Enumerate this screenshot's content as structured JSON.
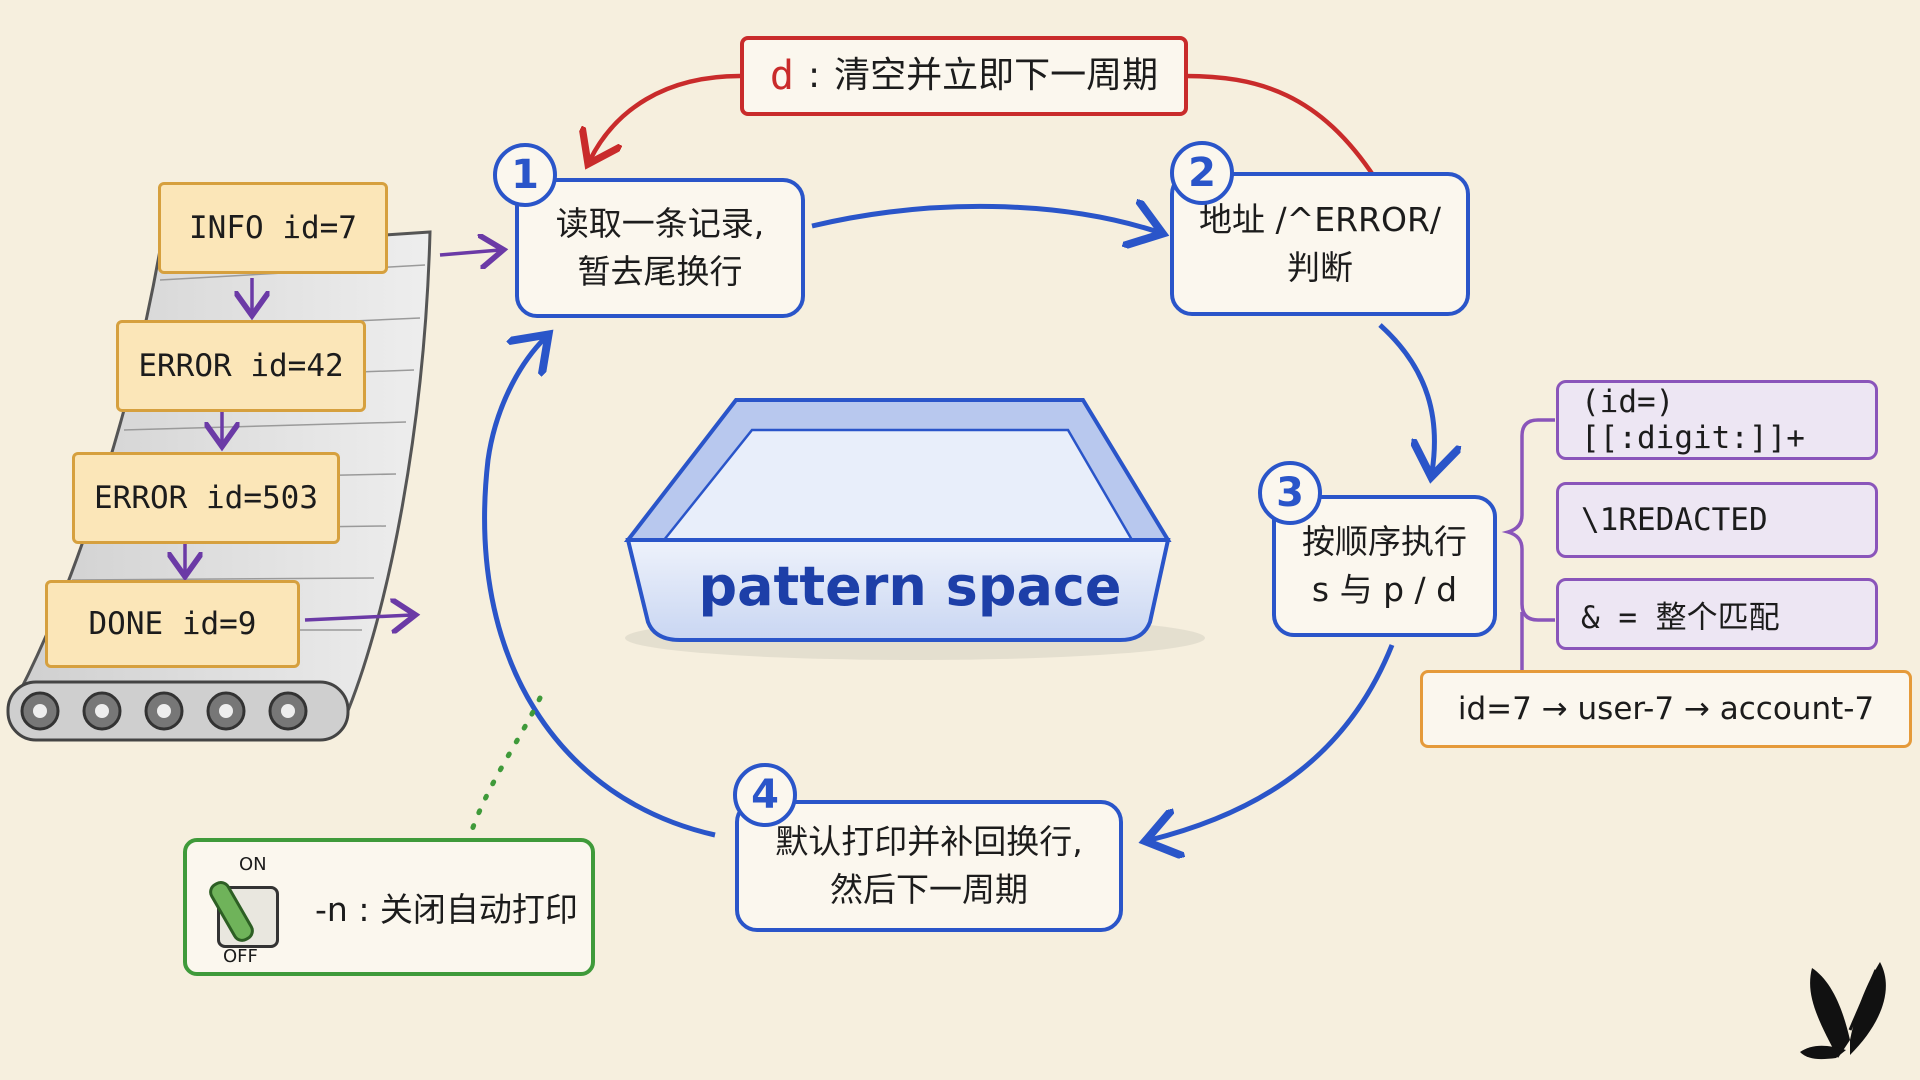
{
  "top_note": {
    "flag": "d",
    "sep": ":",
    "text": "清空并立即下一周期"
  },
  "steps": [
    {
      "num": "1",
      "lines": [
        "读取一条记录,",
        "暂去尾换行"
      ]
    },
    {
      "num": "2",
      "lines": [
        "地址 /^ERROR/",
        "判断"
      ]
    },
    {
      "num": "3",
      "lines": [
        "按顺序执行",
        "s 与 p / d"
      ]
    },
    {
      "num": "4",
      "lines": [
        "默认打印并补回换行,",
        "然后下一周期"
      ]
    }
  ],
  "center_label": "pattern space",
  "conveyor_records": [
    "INFO id=7",
    "ERROR id=42",
    "ERROR id=503",
    "DONE id=9"
  ],
  "regex_items": [
    "(id=)[[:digit:]]+",
    "\\1REDACTED",
    "& = 整个匹配"
  ],
  "example_chain": "id=7 → user-7 → account-7",
  "switch": {
    "on": "ON",
    "off": "OFF",
    "text": "-n : 关闭自动打印"
  },
  "colors": {
    "blue": "#2a55c9",
    "red": "#c92b2b",
    "purple": "#8a55ba",
    "orange": "#e59a3a",
    "green": "#3f9a3a",
    "log_fill": "#fbe6b8"
  }
}
